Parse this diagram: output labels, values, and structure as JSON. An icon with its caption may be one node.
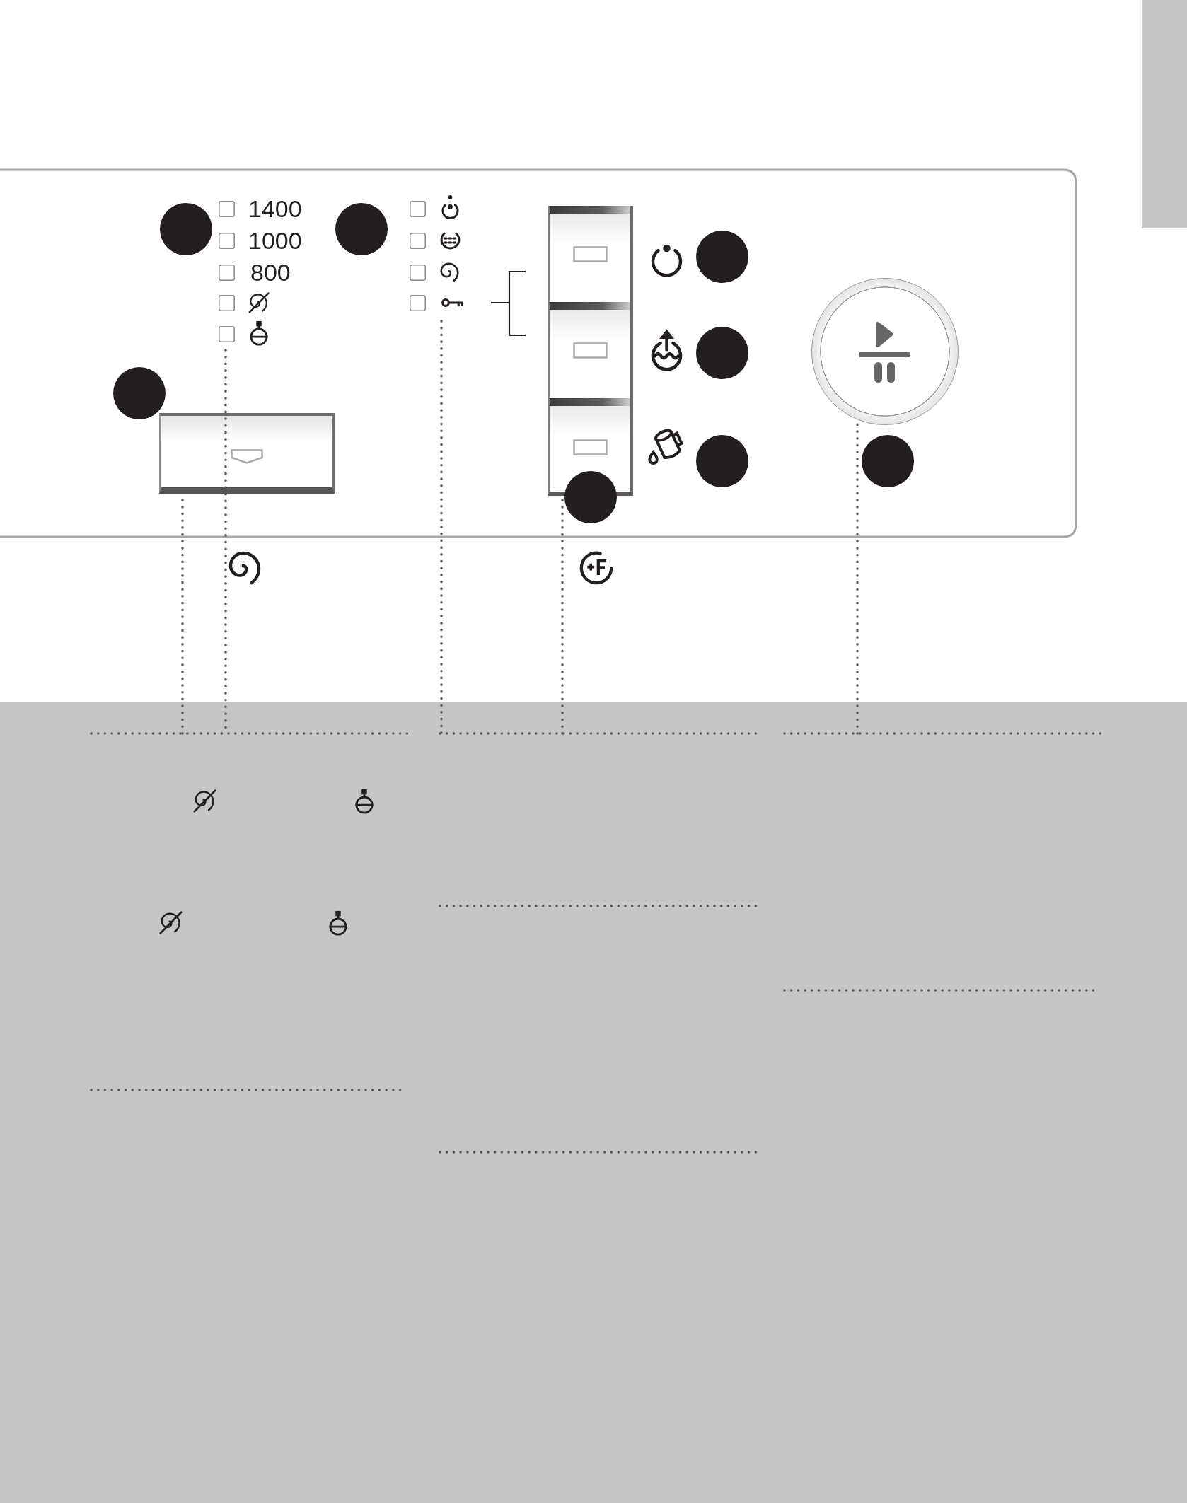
{
  "diagram": {
    "nodes": [
      {
        "text": [],
        "shape": "box"
      },
      {
        "text": [],
        "shape": "box"
      },
      {
        "text": [],
        "shape": "box"
      },
      {
        "text": [],
        "shape": "box"
      },
      {
        "text": [],
        "shape": "circle"
      }
    ],
    "edges": [
      {
        "from": null,
        "to": 0,
        "arrow": "none",
        "style": "dashed"
      },
      {
        "from": null,
        "to": 3,
        "arrow": "none",
        "style": "dashed"
      },
      {
        "from": null,
        "to": 4,
        "arrow": "none",
        "style": "dashed"
      }
    ],
    "labels": [
      "1400",
      "1000",
      "800"
    ]
  }
}
